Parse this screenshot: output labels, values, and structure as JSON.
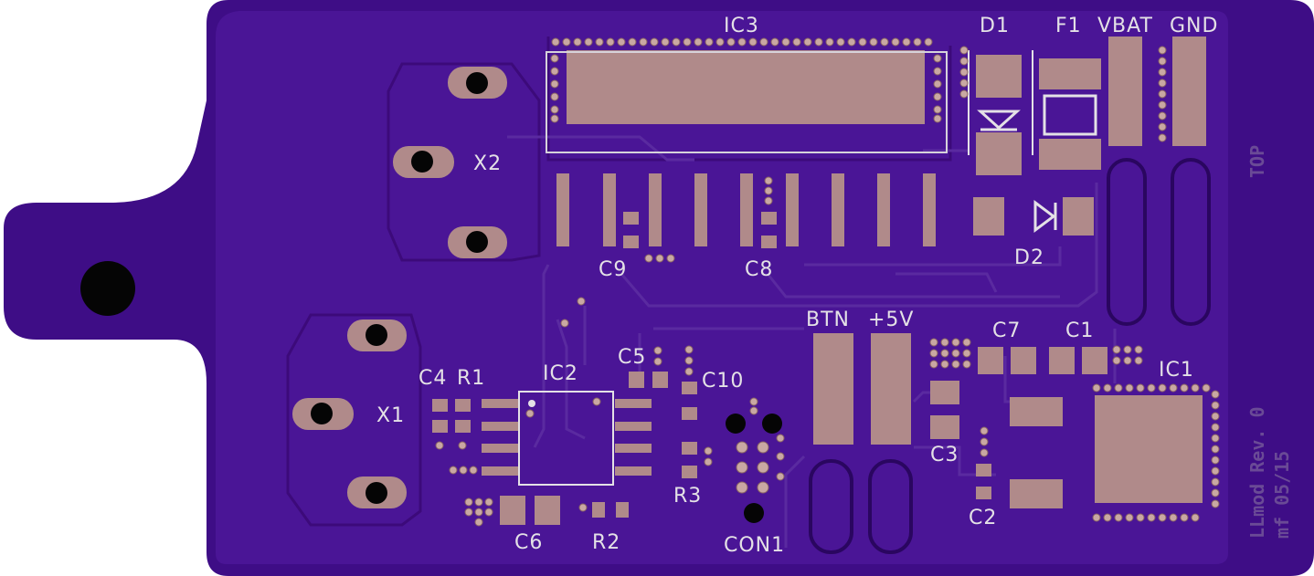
{
  "board": {
    "colors": {
      "substrate": "#3e0d86",
      "copper_pour": "#4a1596",
      "trace": "#5a2aa0",
      "pad": "#b08a8a",
      "silkscreen": "#e4e1e6",
      "hole": "#050505"
    },
    "labels": {
      "ic3": "IC3",
      "d1": "D1",
      "f1": "F1",
      "vbat": "VBAT",
      "gnd": "GND",
      "x2": "X2",
      "c9": "C9",
      "c8": "C8",
      "d2": "D2",
      "btn": "BTN",
      "plus5v": "+5V",
      "c7": "C7",
      "c1": "C1",
      "c5": "C5",
      "c10": "C10",
      "ic1": "IC1",
      "c4": "C4",
      "r1": "R1",
      "ic2": "IC2",
      "x1": "X1",
      "c3": "C3",
      "r3": "R3",
      "c2": "C2",
      "c6": "C6",
      "r2": "R2",
      "con1": "CON1",
      "top": "TOP",
      "rev": "LLmod Rev. 0",
      "date": "mf 05/15"
    }
  }
}
